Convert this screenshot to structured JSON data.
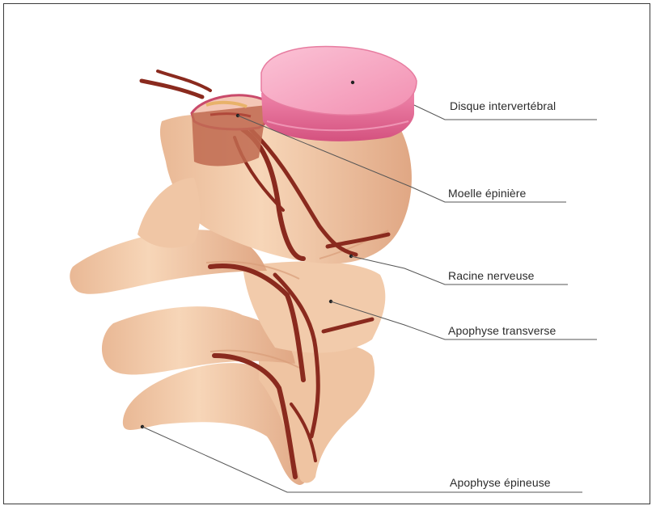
{
  "colors": {
    "bone": "#f5cfae",
    "bone_shade": "#e8b48f",
    "bone_dark": "#d59c77",
    "disc": "#ee7fa4",
    "disc_light": "#f9b2cb",
    "disc_dark": "#d65a85",
    "vessel": "#8a2a1e",
    "vessel_light": "#b0483a",
    "leader": "#555555"
  },
  "labels": {
    "disc": "Disque intervertébral",
    "spinal_cord": "Moelle épinière",
    "nerve_root": "Racine nerveuse",
    "transverse_process": "Apophyse transverse",
    "spinous_process": "Apophyse épineuse"
  }
}
